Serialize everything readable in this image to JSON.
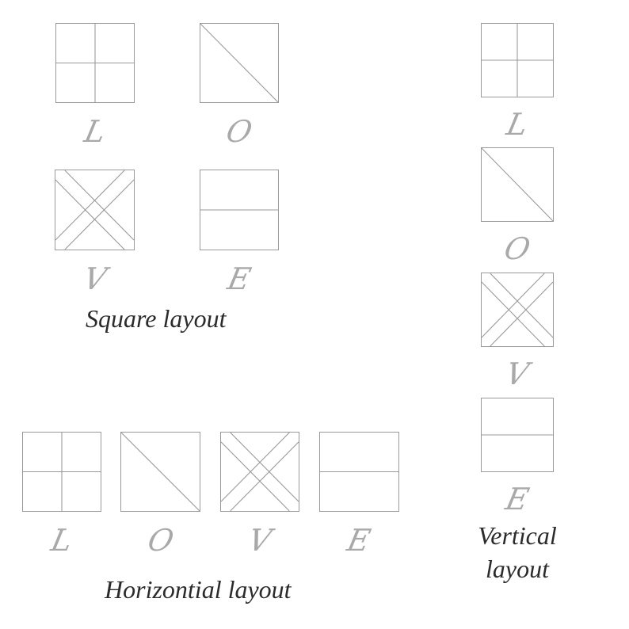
{
  "letters": [
    "L",
    "O",
    "V",
    "E"
  ],
  "captions": {
    "square": "Square layout",
    "horizontal": "Horizontial layout",
    "vertical_line1": "Vertical",
    "vertical_line2": "layout"
  },
  "colors": {
    "tile_stroke": "#9a9a9a",
    "letter": "#a9a9a9",
    "caption": "#2b2b2b",
    "background": "#ffffff"
  }
}
